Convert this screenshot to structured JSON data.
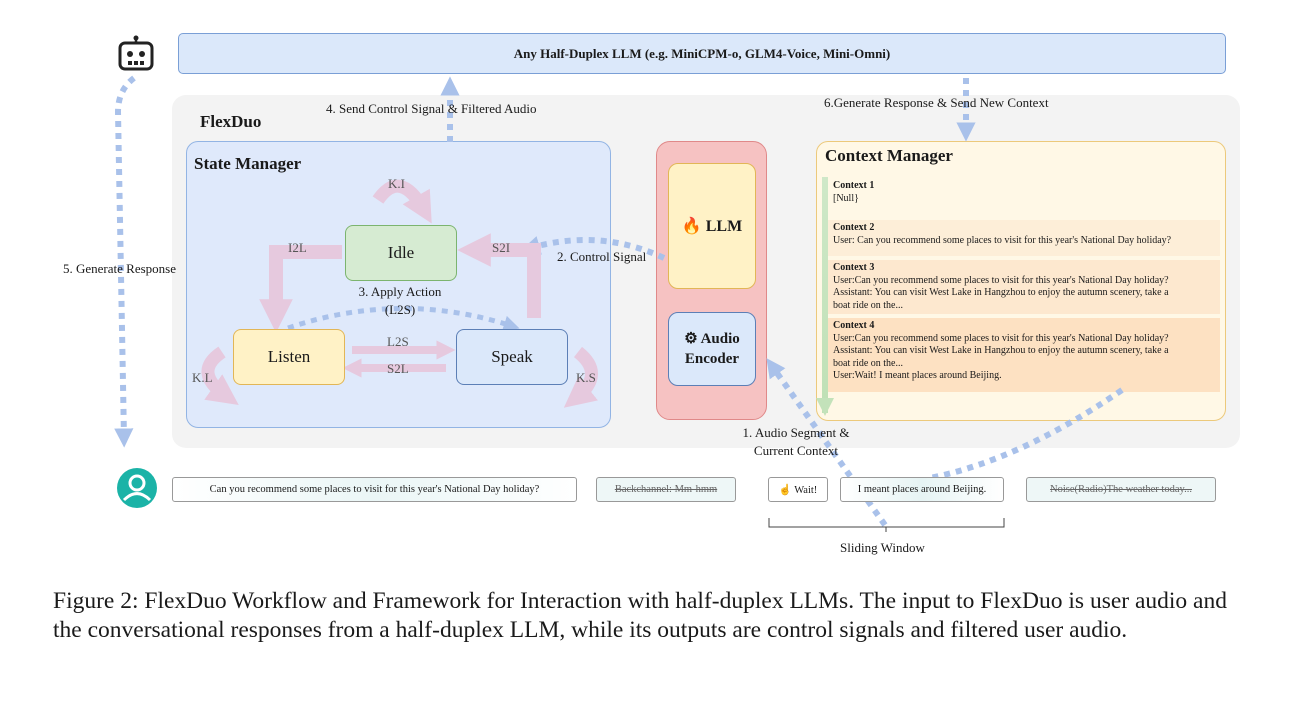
{
  "banner": {
    "text": "Any Half-Duplex LLM (e.g. MiniCPM-o, GLM4-Voice, Mini-Omni)"
  },
  "icons": {
    "robot": "robot-icon",
    "user": "user-avatar-icon"
  },
  "flexduo": {
    "title": "FlexDuo"
  },
  "state_manager": {
    "title": "State Manager",
    "states": {
      "idle": "Idle",
      "listen": "Listen",
      "speak": "Speak"
    },
    "transitions": {
      "ki": "K.I",
      "kl": "K.L",
      "ks": "K.S",
      "i2l": "I2L",
      "s2i": "S2I",
      "l2s": "L2S",
      "s2l": "S2L"
    },
    "apply_action": {
      "line1": "3. Apply Action",
      "line2": "(L2S)"
    }
  },
  "llm_module": {
    "llm_label": "🔥 LLM",
    "encoder_line1": "⚙ Audio",
    "encoder_line2": "Encoder"
  },
  "context_manager": {
    "title": "Context Manager",
    "contexts": [
      {
        "title": "Context 1",
        "lines": [
          "[Null}"
        ]
      },
      {
        "title": "Context 2",
        "lines": [
          "User: Can you recommend some places to visit for this year's National Day holiday?"
        ]
      },
      {
        "title": "Context 3",
        "lines": [
          "User:Can you recommend some places to visit for this year's National Day holiday?",
          "Assistant: You can visit West Lake in Hangzhou to enjoy the autumn scenery, take a",
          "boat ride on the..."
        ]
      },
      {
        "title": "Context 4",
        "lines": [
          "User:Can you recommend some places to visit for this year's National Day holiday?",
          "Assistant: You can visit West Lake in Hangzhou to enjoy the autumn scenery, take a",
          "boat ride on the...",
          "User:Wait! I meant places around Beijing."
        ]
      }
    ]
  },
  "steps": {
    "s1_line1": "1. Audio Segment &",
    "s1_line2": "Current Context",
    "s2": "2. Control Signal",
    "s4": "4. Send Control Signal & Filtered Audio",
    "s5": "5. Generate Response",
    "s6": "6.Generate Response & Send New Context"
  },
  "audio_stream": {
    "segments": [
      "Can you recommend some places to visit for this year's National Day holiday?",
      "Backchannel: Mm-hmm",
      "☝ Wait!",
      "I meant places around Beijing.",
      "Noise(Radio)The weather today..."
    ],
    "sliding_window": "Sliding Window"
  },
  "caption": "Figure 2: FlexDuo Workflow and Framework for Interaction with half-duplex LLMs. The input to FlexDuo is user audio and the conversational responses from a half-duplex LLM, while its outputs are control signals and filtered user audio.",
  "colors": {
    "blue_arrow": "#a9c1ea",
    "pink_arrow": "#e6c9de",
    "panel_gray": "#f3f3f3",
    "teal_user": "#1bb3a7"
  }
}
